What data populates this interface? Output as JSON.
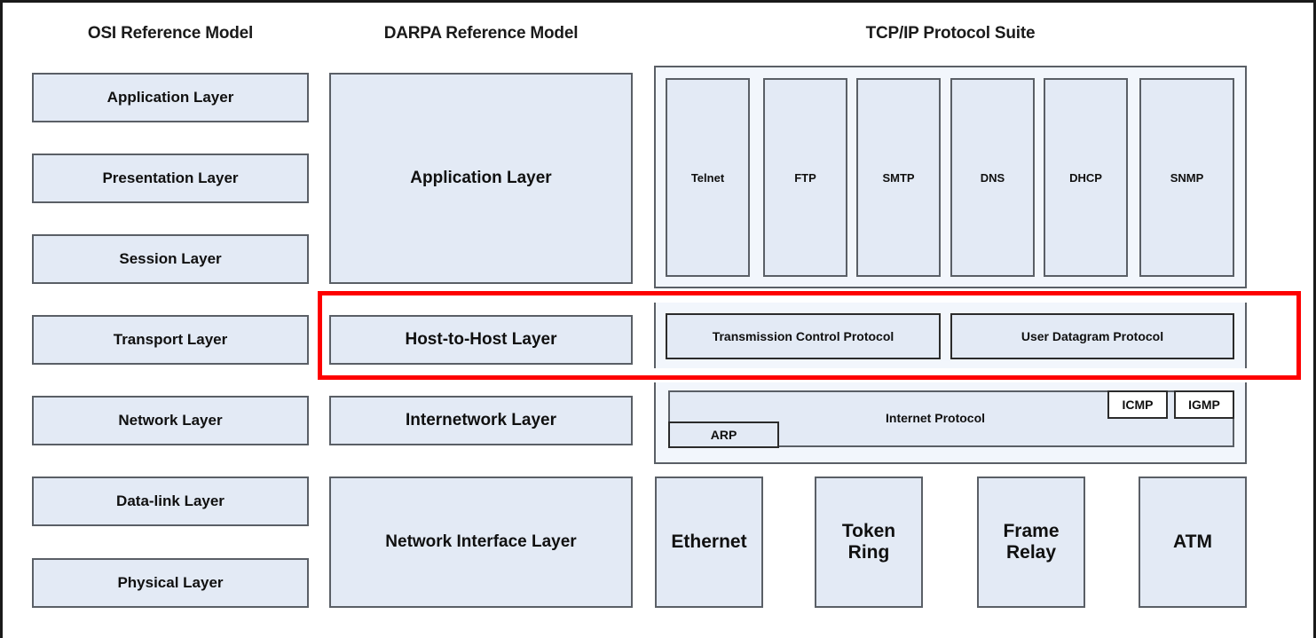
{
  "headers": [
    {
      "name": "osi",
      "label": "OSI Reference Model"
    },
    {
      "name": "darpa",
      "label": "DARPA Reference Model"
    },
    {
      "name": "tcpip",
      "label": "TCP/IP Protocol Suite"
    }
  ],
  "osi_layers": [
    {
      "label": "Application Layer"
    },
    {
      "label": "Presentation Layer"
    },
    {
      "label": "Session Layer"
    },
    {
      "label": "Transport Layer"
    },
    {
      "label": "Network Layer"
    },
    {
      "label": "Data-link Layer"
    },
    {
      "label": "Physical Layer"
    }
  ],
  "darpa_layers": [
    {
      "label": "Application Layer"
    },
    {
      "label": "Host-to-Host Layer"
    },
    {
      "label": "Internetwork Layer"
    },
    {
      "label": "Network Interface Layer"
    }
  ],
  "tcpip": {
    "application_protocols": [
      {
        "label": "Telnet"
      },
      {
        "label": "FTP"
      },
      {
        "label": "SMTP"
      },
      {
        "label": "DNS"
      },
      {
        "label": "DHCP"
      },
      {
        "label": "SNMP"
      }
    ],
    "transport_protocols": [
      {
        "label": "Transmission Control Protocol"
      },
      {
        "label": "User Datagram Protocol"
      }
    ],
    "internet_layer": {
      "main": "Internet Protocol",
      "arp": "ARP",
      "icmp": "ICMP",
      "igmp": "IGMP"
    },
    "network_interface": [
      {
        "label": "Ethernet"
      },
      {
        "label": "Token\nRing"
      },
      {
        "label": "Frame\nRelay"
      },
      {
        "label": "ATM"
      }
    ]
  },
  "colors": {
    "box_fill": "#e3eaf5",
    "panel_fill": "#f2f6fc",
    "box_border": "#5a5f66",
    "highlight": "#fe0000",
    "text": "#101010"
  }
}
